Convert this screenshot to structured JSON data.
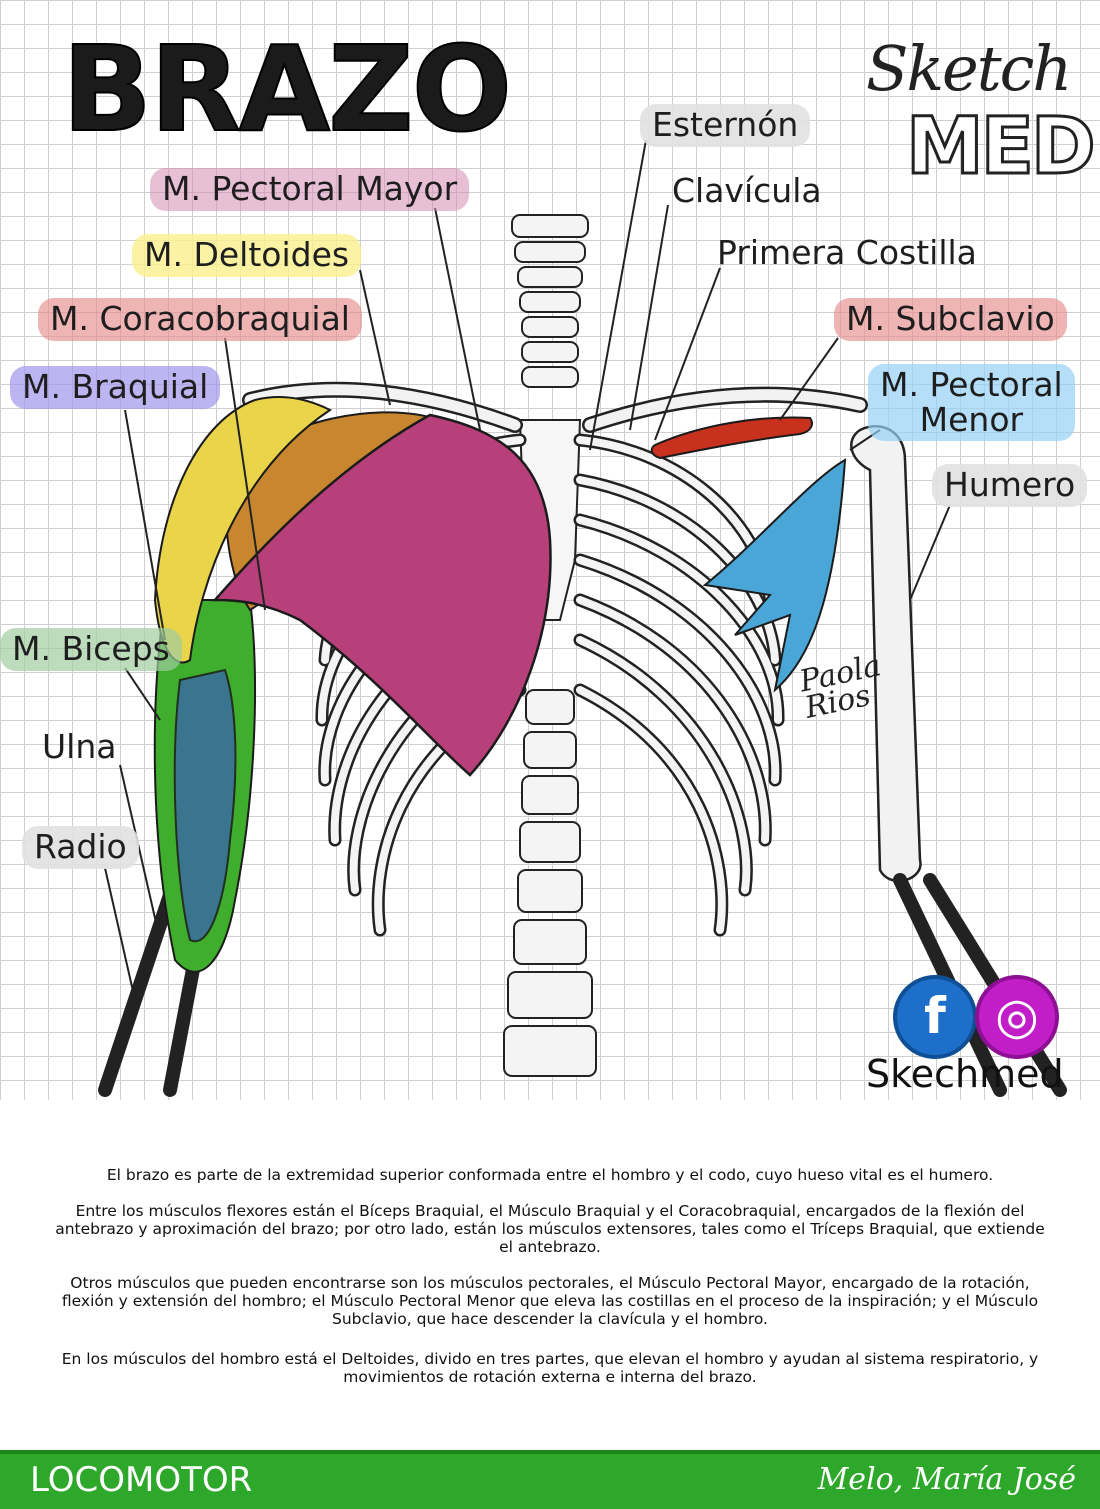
{
  "title": "BRAZO",
  "labels": {
    "esternon": "Esternón",
    "pectoral_mayor": "M. Pectoral Mayor",
    "clavicula": "Clavícula",
    "deltoides": "M. Deltoides",
    "primera_costilla": "Primera Costilla",
    "coracobraquial": "M. Coracobraquial",
    "subclavio": "M. Subclavio",
    "braquial": "M. Braquial",
    "pectoral_menor_1": "M. Pectoral",
    "pectoral_menor_2": "Menor",
    "humero": "Humero",
    "biceps": "M. Biceps",
    "ulna": "Ulna",
    "radio": "Radio"
  },
  "brand": {
    "script": "Sketch",
    "block": "MED"
  },
  "signature": {
    "line1": "Paola",
    "line2": "Rios"
  },
  "social": {
    "facebook_letter": "f",
    "instagram_symbol": "◎",
    "handle": "Skechmed"
  },
  "paragraphs": [
    "El brazo es parte de la extremidad superior conformada entre el hombro y el codo, cuyo hueso vital es el humero.",
    "Entre los músculos flexores están el Bíceps Braquial, el Músculo Braquial y el Coracobraquial, encargados de la flexión del antebrazo y aproximación del brazo; por otro lado, están los músculos extensores, tales como el Tríceps Braquial, que extiende el antebrazo.",
    "Otros músculos que pueden encontrarse son los músculos pectorales, el Músculo Pectoral Mayor, encargado de la rotación, flexión y extensión del hombro; el Músculo Pectoral Menor que eleva las costillas en el proceso de la inspiración; y el Músculo Subclavio, que hace descender la clavícula y el hombro.",
    "En los músculos del hombro está el Deltoides, divido en tres partes, que elevan el hombro y ayudan al sistema respiratorio, y movimientos de rotación externa e interna del brazo."
  ],
  "footer": {
    "left": "LOCOMOTOR",
    "right": "Melo, María José"
  },
  "colors": {
    "pectoral_mayor": "#b8407a",
    "deltoides": "#e9d44a",
    "coracobraquial": "#c8862f",
    "biceps": "#3fae2c",
    "braquial": "#3a6aa0",
    "subclavio": "#c9311f",
    "pectoral_menor": "#4aa6d6",
    "footer_bar": "#2ea82a",
    "facebook": "#1e6fc9",
    "instagram": "#c21ec8"
  }
}
